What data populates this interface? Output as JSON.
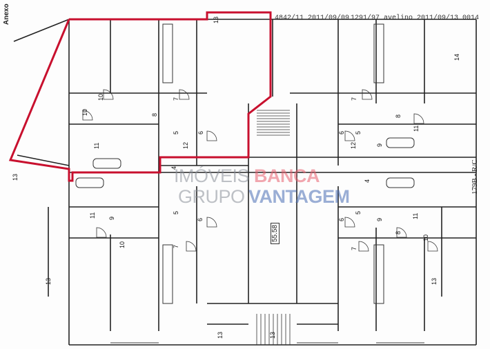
{
  "plan": {
    "annex_label": "Anexo",
    "header_ref_left": "4842/11 2011/09/09",
    "header_ref_right": "1291/97 avelino 2011/09/13 0014",
    "building_ref": "179B - R/C",
    "area_label": "55.58",
    "highlight_color": "#c8102e",
    "room_labels": [
      "13",
      "14",
      "10",
      "10",
      "7",
      "8",
      "6",
      "5",
      "11",
      "12",
      "4",
      "7",
      "8",
      "6",
      "5",
      "11",
      "12",
      "9",
      "4",
      "13",
      "11",
      "9",
      "10",
      "5",
      "6",
      "7",
      "13",
      "13",
      "13",
      "5",
      "6",
      "8",
      "11",
      "10",
      "7",
      "9",
      "13"
    ]
  },
  "watermark": {
    "line1_a": "IMÓVEIS",
    "line1_b": "BANCA",
    "line2_a": "GRUPO",
    "line2_b": "VANTAGEM",
    "color_gray": "#8a9099",
    "color_red": "#e8606f",
    "color_blue": "#4a6fb5"
  }
}
